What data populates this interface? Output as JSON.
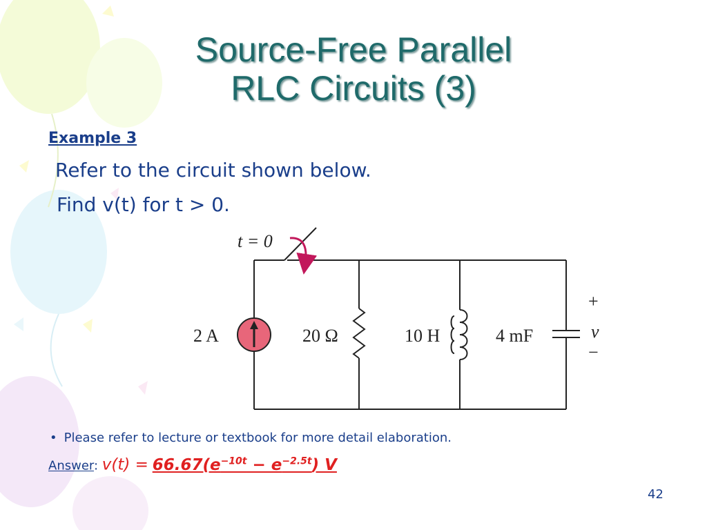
{
  "slide": {
    "title_line1": "Source-Free Parallel",
    "title_line2": "RLC Circuits (3)",
    "example_label": "Example 3",
    "line1": "Refer to the circuit shown below.",
    "line2": "Find v(t) for t > 0.",
    "bullet": "Please refer to lecture or textbook for more detail elaboration.",
    "answer_label": "Answer",
    "answer_colon": ":",
    "answer_expr": "v(t) =",
    "answer_value": {
      "coef": "66.67(e",
      "exp1": "−10t",
      "mid": " − e",
      "exp2": "−2.5t",
      "tail": ") V"
    },
    "page_number": "42"
  },
  "circuit": {
    "switch_label": "t = 0",
    "source_label": "2 A",
    "resistor_label": "20 Ω",
    "inductor_label": "10 H",
    "capacitor_label": "4 mF",
    "plus": "+",
    "voltage_label": "v",
    "minus": "−"
  },
  "colors": {
    "title": "#1f6a6a",
    "text": "#1a3e8a",
    "answer": "#e02020",
    "source_fill": "#e8667a",
    "switch_arrow": "#c2185b"
  }
}
